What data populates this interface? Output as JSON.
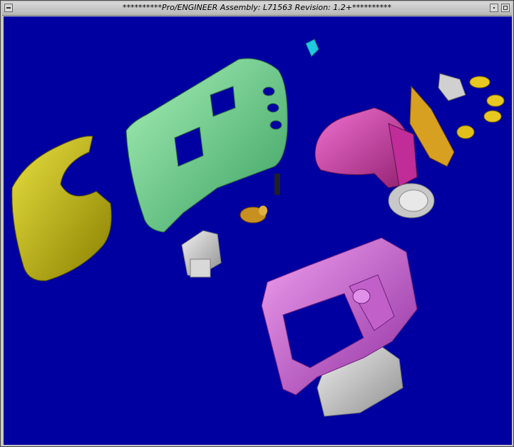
{
  "window": {
    "title": "**********Pro/ENGINEER Assembly: L71563 Revision: 1.2+**********"
  },
  "viewport": {
    "background": "#0000a0",
    "parts": [
      {
        "name": "yellow-cover",
        "color": "#c8c020"
      },
      {
        "name": "green-housing",
        "color": "#7cd890"
      },
      {
        "name": "magenta-speaker-bracket",
        "color": "#d83ab0"
      },
      {
        "name": "pink-front-frame",
        "color": "#d05ad8"
      },
      {
        "name": "gray-battery-holder",
        "color": "#c8c8c8"
      },
      {
        "name": "white-connector",
        "color": "#e6e6e6"
      },
      {
        "name": "orange-pcb",
        "color": "#d8a020"
      },
      {
        "name": "speaker",
        "color": "#dcdcdc"
      },
      {
        "name": "cyan-clip",
        "color": "#20c8e0"
      },
      {
        "name": "gold-knobs",
        "color": "#e8c820"
      },
      {
        "name": "bronze-bullet",
        "color": "#c89020"
      }
    ]
  }
}
